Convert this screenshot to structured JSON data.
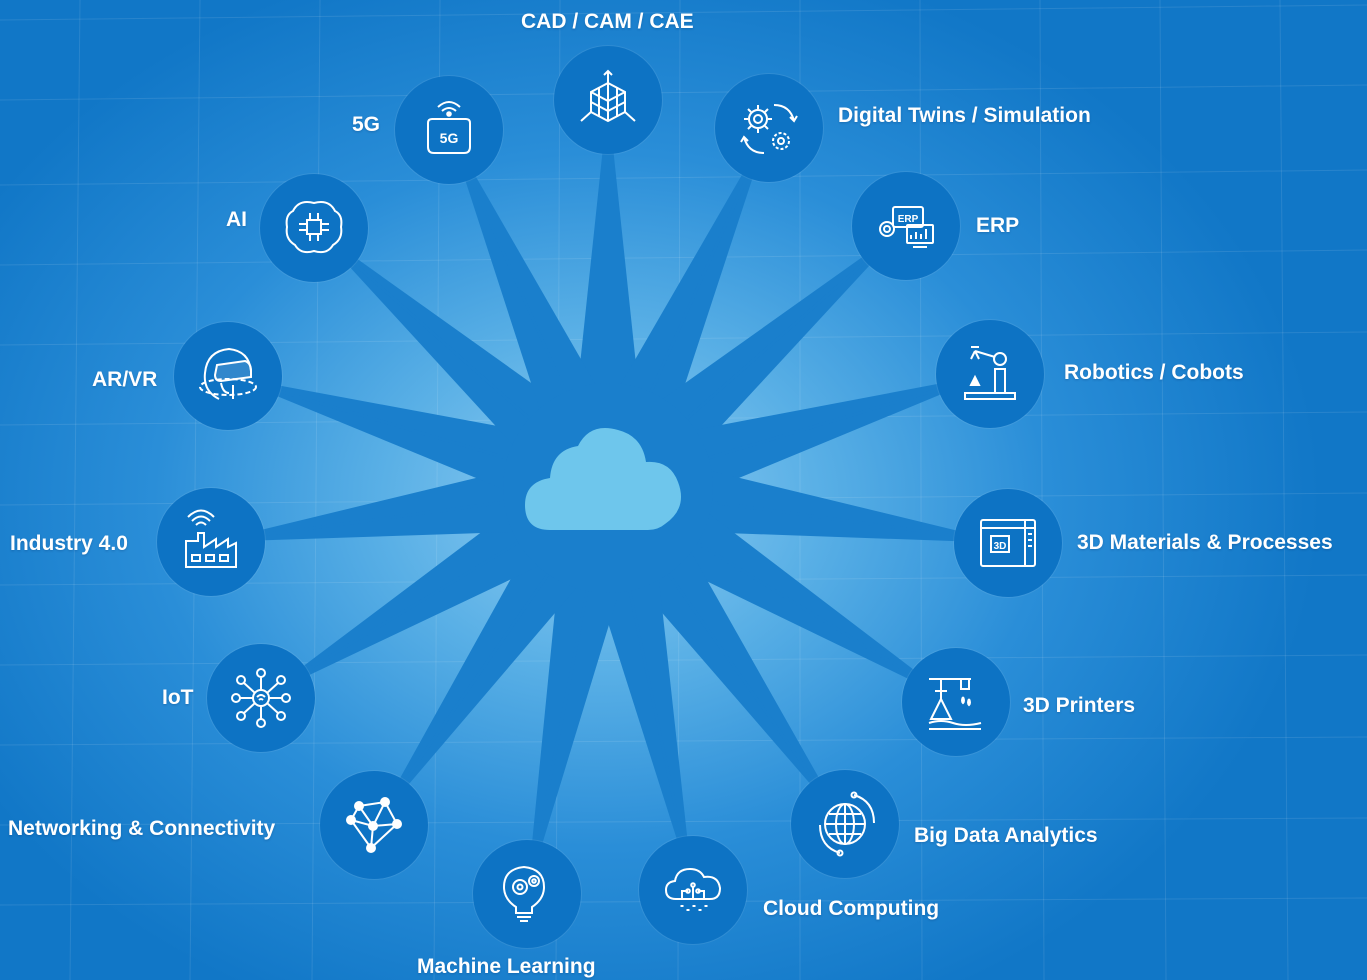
{
  "colors": {
    "node": "#0d73c4",
    "ray": "#1a7fcc",
    "cloud": "#6ec6ec",
    "label": "#ffffff"
  },
  "center": {
    "icon": "cloud-icon"
  },
  "nodes": [
    {
      "id": "cad",
      "label": "CAD / CAM / CAE",
      "icon": "cube-grid-icon"
    },
    {
      "id": "digital-twins",
      "label": "Digital Twins / Simulation",
      "icon": "gears-cycle-icon"
    },
    {
      "id": "erp",
      "label": "ERP",
      "icon": "erp-dashboard-icon"
    },
    {
      "id": "robotics",
      "label": "Robotics / Cobots",
      "icon": "robot-arm-icon"
    },
    {
      "id": "3d-materials",
      "label": "3D Materials & Processes",
      "icon": "3d-box-icon"
    },
    {
      "id": "3d-printers",
      "label": "3D Printers",
      "icon": "3d-printer-icon"
    },
    {
      "id": "big-data",
      "label": "Big Data Analytics",
      "icon": "globe-icon"
    },
    {
      "id": "cloud-computing",
      "label": "Cloud Computing",
      "icon": "cloud-circuit-icon"
    },
    {
      "id": "machine-learning",
      "label": "Machine Learning",
      "icon": "lightbulb-gears-icon"
    },
    {
      "id": "networking",
      "label": "Networking & Connectivity",
      "icon": "network-nodes-icon"
    },
    {
      "id": "iot",
      "label": "IoT",
      "icon": "iot-hub-icon"
    },
    {
      "id": "industry",
      "label": "Industry 4.0",
      "icon": "factory-icon"
    },
    {
      "id": "arvr",
      "label": "AR/VR",
      "icon": "vr-headset-icon"
    },
    {
      "id": "ai",
      "label": "AI",
      "icon": "brain-chip-icon"
    },
    {
      "id": "5g",
      "label": "5G",
      "icon": "5g-router-icon"
    }
  ]
}
